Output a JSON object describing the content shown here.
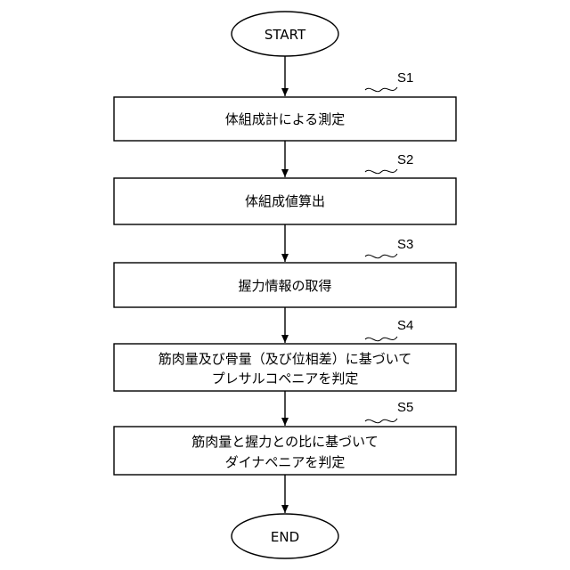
{
  "start": {
    "label": "START"
  },
  "end": {
    "label": "END"
  },
  "steps": [
    {
      "id": "S1",
      "lines": [
        "体組成計による測定"
      ]
    },
    {
      "id": "S2",
      "lines": [
        "体組成値算出"
      ]
    },
    {
      "id": "S3",
      "lines": [
        "握力情報の取得"
      ]
    },
    {
      "id": "S4",
      "lines": [
        "筋肉量及び骨量（及び位相差）に基づいて",
        "プレサルコペニアを判定"
      ]
    },
    {
      "id": "S5",
      "lines": [
        "筋肉量と握力との比に基づいて",
        "ダイナペニアを判定"
      ]
    }
  ]
}
